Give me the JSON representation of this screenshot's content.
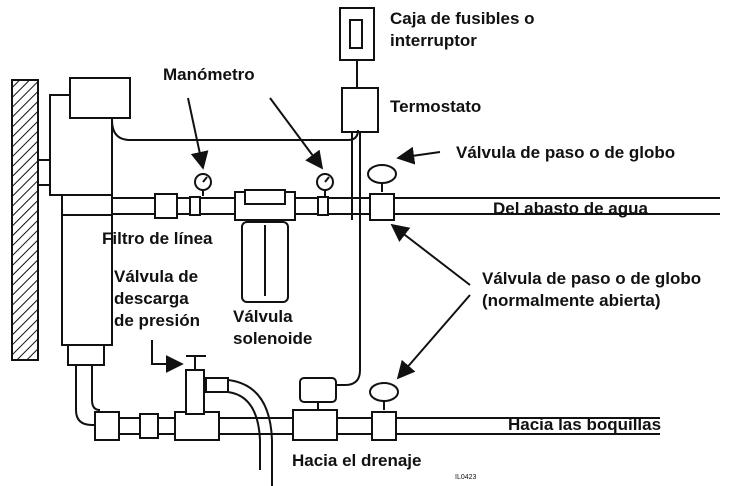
{
  "labels": {
    "fuse_box": [
      "Caja de fusibles o",
      "interruptor"
    ],
    "thermostat": "Termostato",
    "pressure_gauge": "Manómetro",
    "gate_valve_top": "Válvula de paso o de globo",
    "water_supply": "Del abasto de agua",
    "line_filter": "Filtro de línea",
    "gate_valve_open": [
      "Válvula de paso o de globo",
      "(normalmente abierta)"
    ],
    "relief_valve": [
      "Válvula de",
      "descarga",
      "de presión"
    ],
    "solenoid_valve": [
      "Válvula",
      "solenoide"
    ],
    "to_nozzles": "Hacia las boquillas",
    "to_drain": "Hacia el drenaje",
    "figure_code": "IL0423"
  }
}
